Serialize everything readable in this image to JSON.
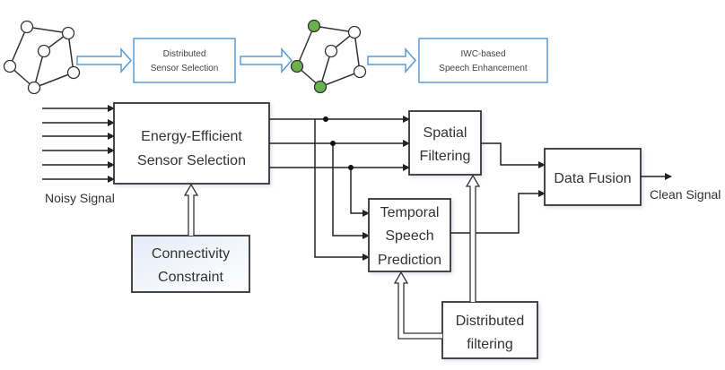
{
  "top_row": {
    "box_distributed_selection": [
      "Distributed",
      "Sensor Selection"
    ],
    "box_iwc_enhancement": [
      "IWC-based",
      "Speech Enhancement"
    ],
    "graph_before": {
      "nodes": 6,
      "selected_nodes": 0
    },
    "graph_after": {
      "nodes": 6,
      "selected_nodes": 3
    }
  },
  "block_diagram": {
    "input_label": "Noisy Signal",
    "output_label": "Clean Signal",
    "energy_box": [
      "Energy-Efficient",
      "Sensor Selection"
    ],
    "connectivity_box": [
      "Connectivity",
      "Constraint"
    ],
    "spatial_box": [
      "Spatial",
      "Filtering"
    ],
    "temporal_box": [
      "Temporal",
      "Speech",
      "Prediction"
    ],
    "fusion_box": "Data Fusion",
    "distributed_box": [
      "Distributed",
      "filtering"
    ],
    "input_count": 6,
    "sensor_output_count": 3
  },
  "colors": {
    "line": "#333333",
    "accent_blue": "#5b9bd5",
    "selected_node": "#6ab04c",
    "box_gradient_top": "#e8eef8"
  }
}
